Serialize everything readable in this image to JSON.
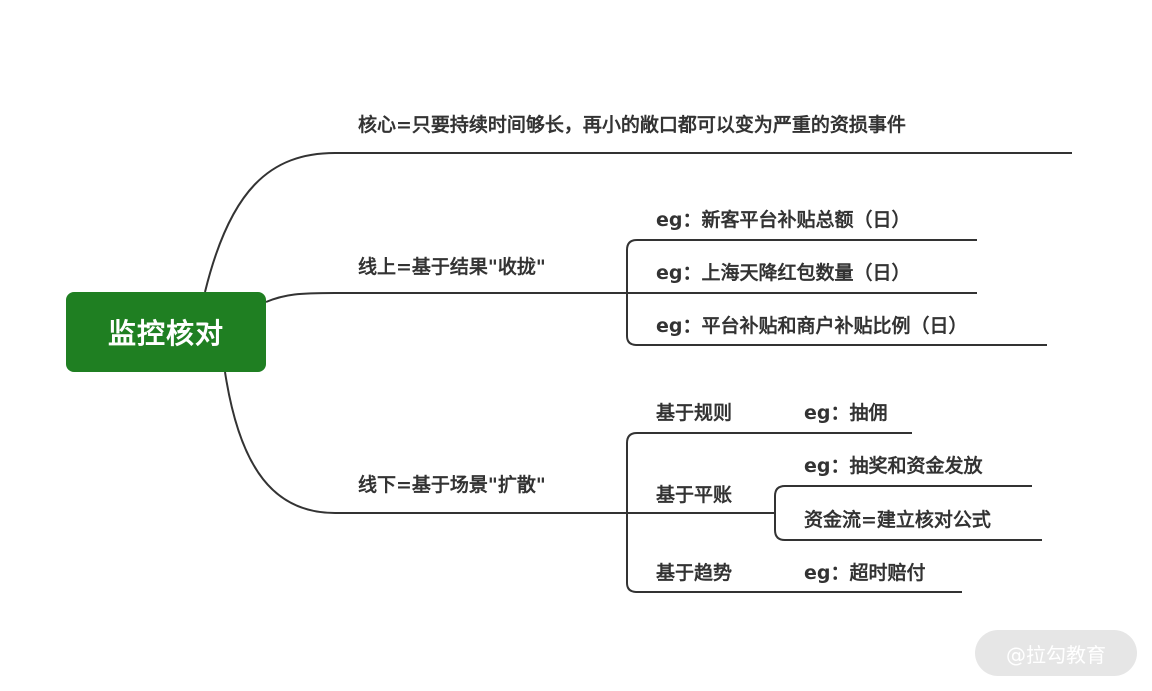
{
  "root": "监控核对",
  "branches": {
    "core": "核心=只要持续时间够长，再小的敞口都可以变为严重的资损事件",
    "online": {
      "label": "线上=基于结果\"收拢\"",
      "children": [
        "eg：新客平台补贴总额（日）",
        "eg：上海天降红包数量（日）",
        "eg：平台补贴和商户补贴比例（日）"
      ]
    },
    "offline": {
      "label": "线下=基于场景\"扩散\"",
      "rule": {
        "label": "基于规则",
        "example": "eg：抽佣"
      },
      "balance": {
        "label": "基于平账",
        "children": [
          "eg：抽奖和资金发放",
          "资金流=建立核对公式"
        ]
      },
      "trend": {
        "label": "基于趋势",
        "example": "eg：超时赔付"
      }
    }
  },
  "watermark": "@拉勾教育",
  "colors": {
    "root_fill": "#1f7f22",
    "line": "#333333",
    "text": "#333333"
  }
}
